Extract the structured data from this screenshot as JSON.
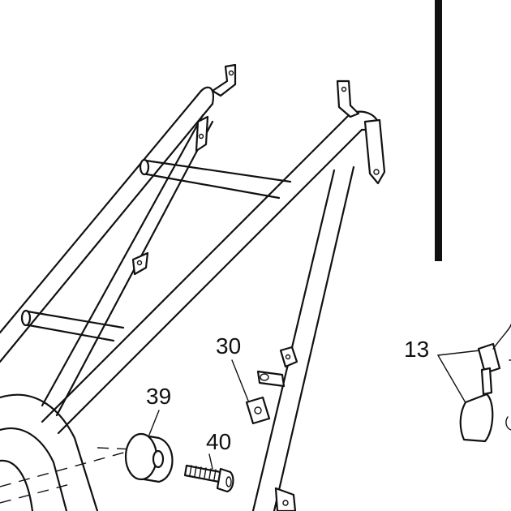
{
  "callouts": {
    "c30": "30",
    "c39": "39",
    "c40": "40",
    "c13": "13"
  },
  "colors": {
    "ink": "#111111",
    "paper": "#ffffff"
  }
}
